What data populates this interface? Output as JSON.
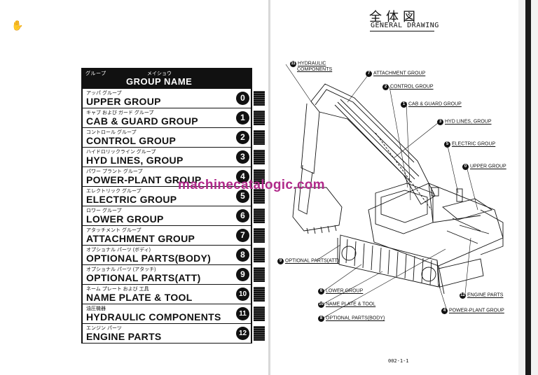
{
  "watermark": "machinecatalogic.com",
  "left_page": {
    "header": {
      "kana_left": "グループ",
      "kana_right": "メイショウ",
      "title": "GROUP NAME"
    },
    "rows": [
      {
        "kana": "アッパ グループ",
        "name": "UPPER GROUP",
        "num": "0"
      },
      {
        "kana": "キャブ および ガード グループ",
        "name": "CAB & GUARD GROUP",
        "num": "1"
      },
      {
        "kana": "コントロール グループ",
        "name": "CONTROL GROUP",
        "num": "2"
      },
      {
        "kana": "ハイドロリックライン グループ",
        "name": "HYD LINES, GROUP",
        "num": "3"
      },
      {
        "kana": "パワー プラント グループ",
        "name": "POWER-PLANT GROUP",
        "num": "4"
      },
      {
        "kana": "エレクトリック グループ",
        "name": "ELECTRIC GROUP",
        "num": "5"
      },
      {
        "kana": "ロワー グループ",
        "name": "LOWER GROUP",
        "num": "6"
      },
      {
        "kana": "アタッチメント グループ",
        "name": "ATTACHMENT GROUP",
        "num": "7"
      },
      {
        "kana": "オプショナル パーツ (ボディ)",
        "name": "OPTIONAL PARTS(BODY)",
        "num": "8"
      },
      {
        "kana": "オプショナル パーツ (アタッチ)",
        "name": "OPTIONAL PARTS(ATT)",
        "num": "9"
      },
      {
        "kana": "ネーム プレート および 工具",
        "name": "NAME PLATE & TOOL",
        "num": "10"
      },
      {
        "kana": "油圧機器",
        "name": "HYDRAULIC COMPONENTS",
        "num": "11"
      },
      {
        "kana": "エンジン パーツ",
        "name": "ENGINE PARTS",
        "num": "12"
      }
    ]
  },
  "right_page": {
    "title_jp": "全体図",
    "title_en": "GENERAL DRAWING",
    "page_number": "002-1-1",
    "callouts": [
      {
        "num": "11",
        "label": "HYDRAULIC",
        "label2": "COMPONENTS"
      },
      {
        "num": "7",
        "label": "ATTACHMENT GROUP"
      },
      {
        "num": "2",
        "label": "CONTROL GROUP"
      },
      {
        "num": "1",
        "label": "CAB & GUARD GROUP"
      },
      {
        "num": "3",
        "label": "HYD LINES, GROUP"
      },
      {
        "num": "5",
        "label": "ELECTRIC GROUP"
      },
      {
        "num": "0",
        "label": "UPPER GROUP"
      },
      {
        "num": "9",
        "label": "OPTIONAL PARTS(ATT)"
      },
      {
        "num": "6",
        "label": "LOWER GROUP"
      },
      {
        "num": "10",
        "label": "NAME PLATE & TOOL"
      },
      {
        "num": "8",
        "label": "OPTIONAL PARTS(BODY)"
      },
      {
        "num": "12",
        "label": "ENGINE PARTS"
      },
      {
        "num": "4",
        "label": "POWER-PLANT GROUP"
      }
    ]
  }
}
